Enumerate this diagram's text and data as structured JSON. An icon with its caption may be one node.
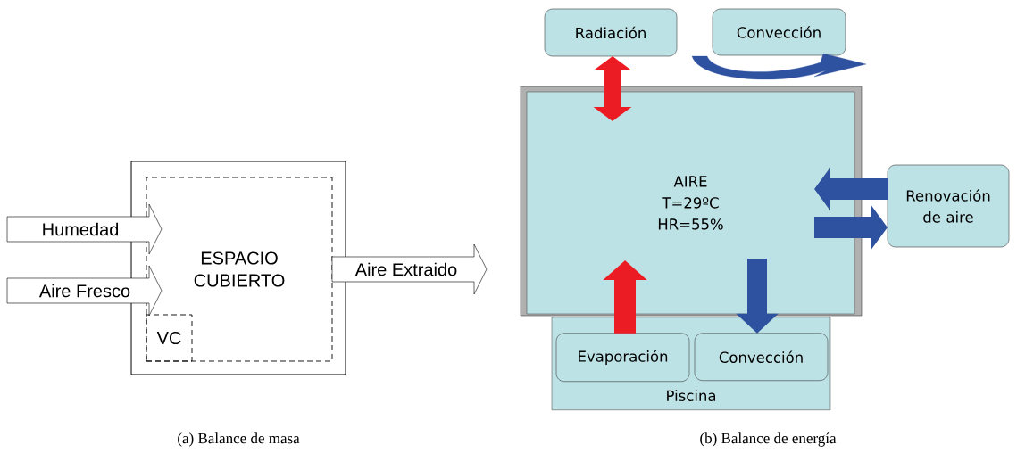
{
  "diagram": {
    "nodes": [
      {
        "text": [],
        "shape": "box"
      },
      {
        "text": [
          "ESPACIO CUBIERTO"
        ],
        "in": 0
      },
      {
        "text": [
          "VC"
        ],
        "in": 1
      },
      {
        "text": [
          "AIRE T=29ºC HR=55%"
        ]
      },
      {
        "text": [
          "Piscina"
        ]
      },
      {
        "text": [
          "Evaporación"
        ],
        "in": 4
      },
      {
        "text": [
          "Convección"
        ],
        "in": 4
      },
      {
        "text": [
          "Radiación"
        ]
      },
      {
        "text": [
          "Convección"
        ]
      },
      {
        "text": [
          "Renovación de aire"
        ]
      }
    ],
    "edges": [
      {
        "from": null,
        "to": 1,
        "arrow": "to",
        "label": "Humedad"
      },
      {
        "from": null,
        "to": 1,
        "arrow": "to",
        "label": "Aire Fresco"
      },
      {
        "from": 1,
        "to": null,
        "arrow": "to",
        "label": "Aire Extraido"
      },
      {
        "from": 7,
        "to": 3,
        "arrow": "both",
        "color": "#ec1c24"
      },
      {
        "from": 5,
        "to": 3,
        "arrow": "to",
        "color": "#ec1c24"
      },
      {
        "from": 3,
        "to": 6,
        "arrow": "to",
        "color": "#2f52a0"
      },
      {
        "from": 9,
        "to": 3,
        "arrow": "to",
        "color": "#2f52a0"
      },
      {
        "from": 3,
        "to": 9,
        "arrow": "to",
        "color": "#2f52a0"
      },
      {
        "from": 8,
        "to": null,
        "arrow": "to",
        "color": "#2f52a0"
      }
    ],
    "labels": [
      "(a) Balance de masa",
      "(b) Balance de energía"
    ]
  }
}
